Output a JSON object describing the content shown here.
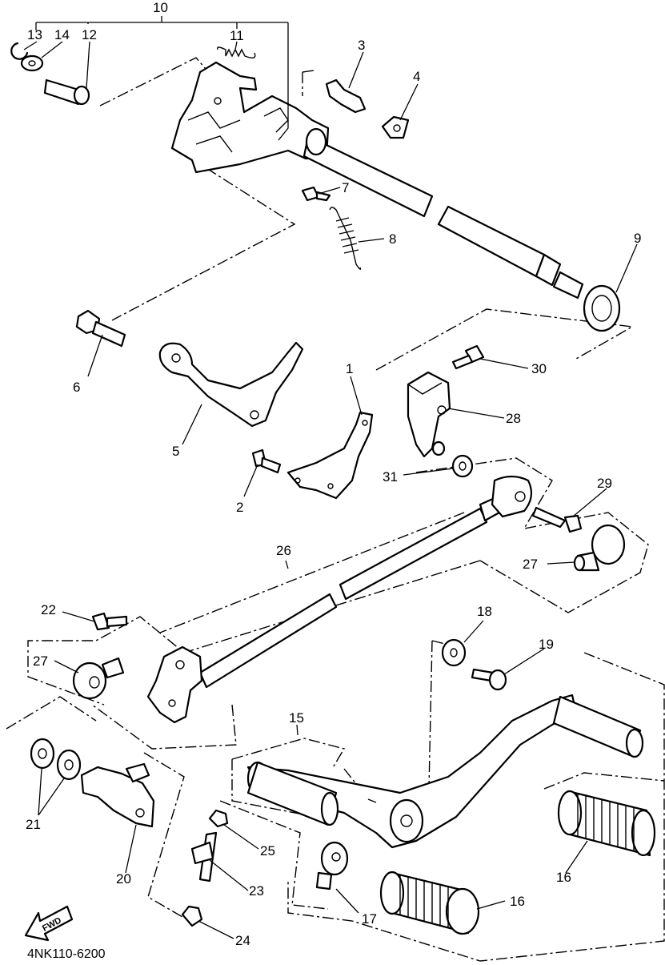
{
  "diagram_code": "4NK110-6200",
  "fwd_label": "FWD",
  "callouts": {
    "c1": "1",
    "c2": "2",
    "c3": "3",
    "c4": "4",
    "c5": "5",
    "c6": "6",
    "c7": "7",
    "c8": "8",
    "c9": "9",
    "c10": "10",
    "c11": "11",
    "c12": "12",
    "c13": "13",
    "c14": "14",
    "c15": "15",
    "c16a": "16",
    "c16b": "16",
    "c17": "17",
    "c18": "18",
    "c19": "19",
    "c20": "20",
    "c21": "21",
    "c22": "22",
    "c23": "23",
    "c24": "24",
    "c25": "25",
    "c26": "26",
    "c27a": "27",
    "c27b": "27",
    "c28": "28",
    "c29": "29",
    "c30": "30",
    "c31": "31"
  }
}
